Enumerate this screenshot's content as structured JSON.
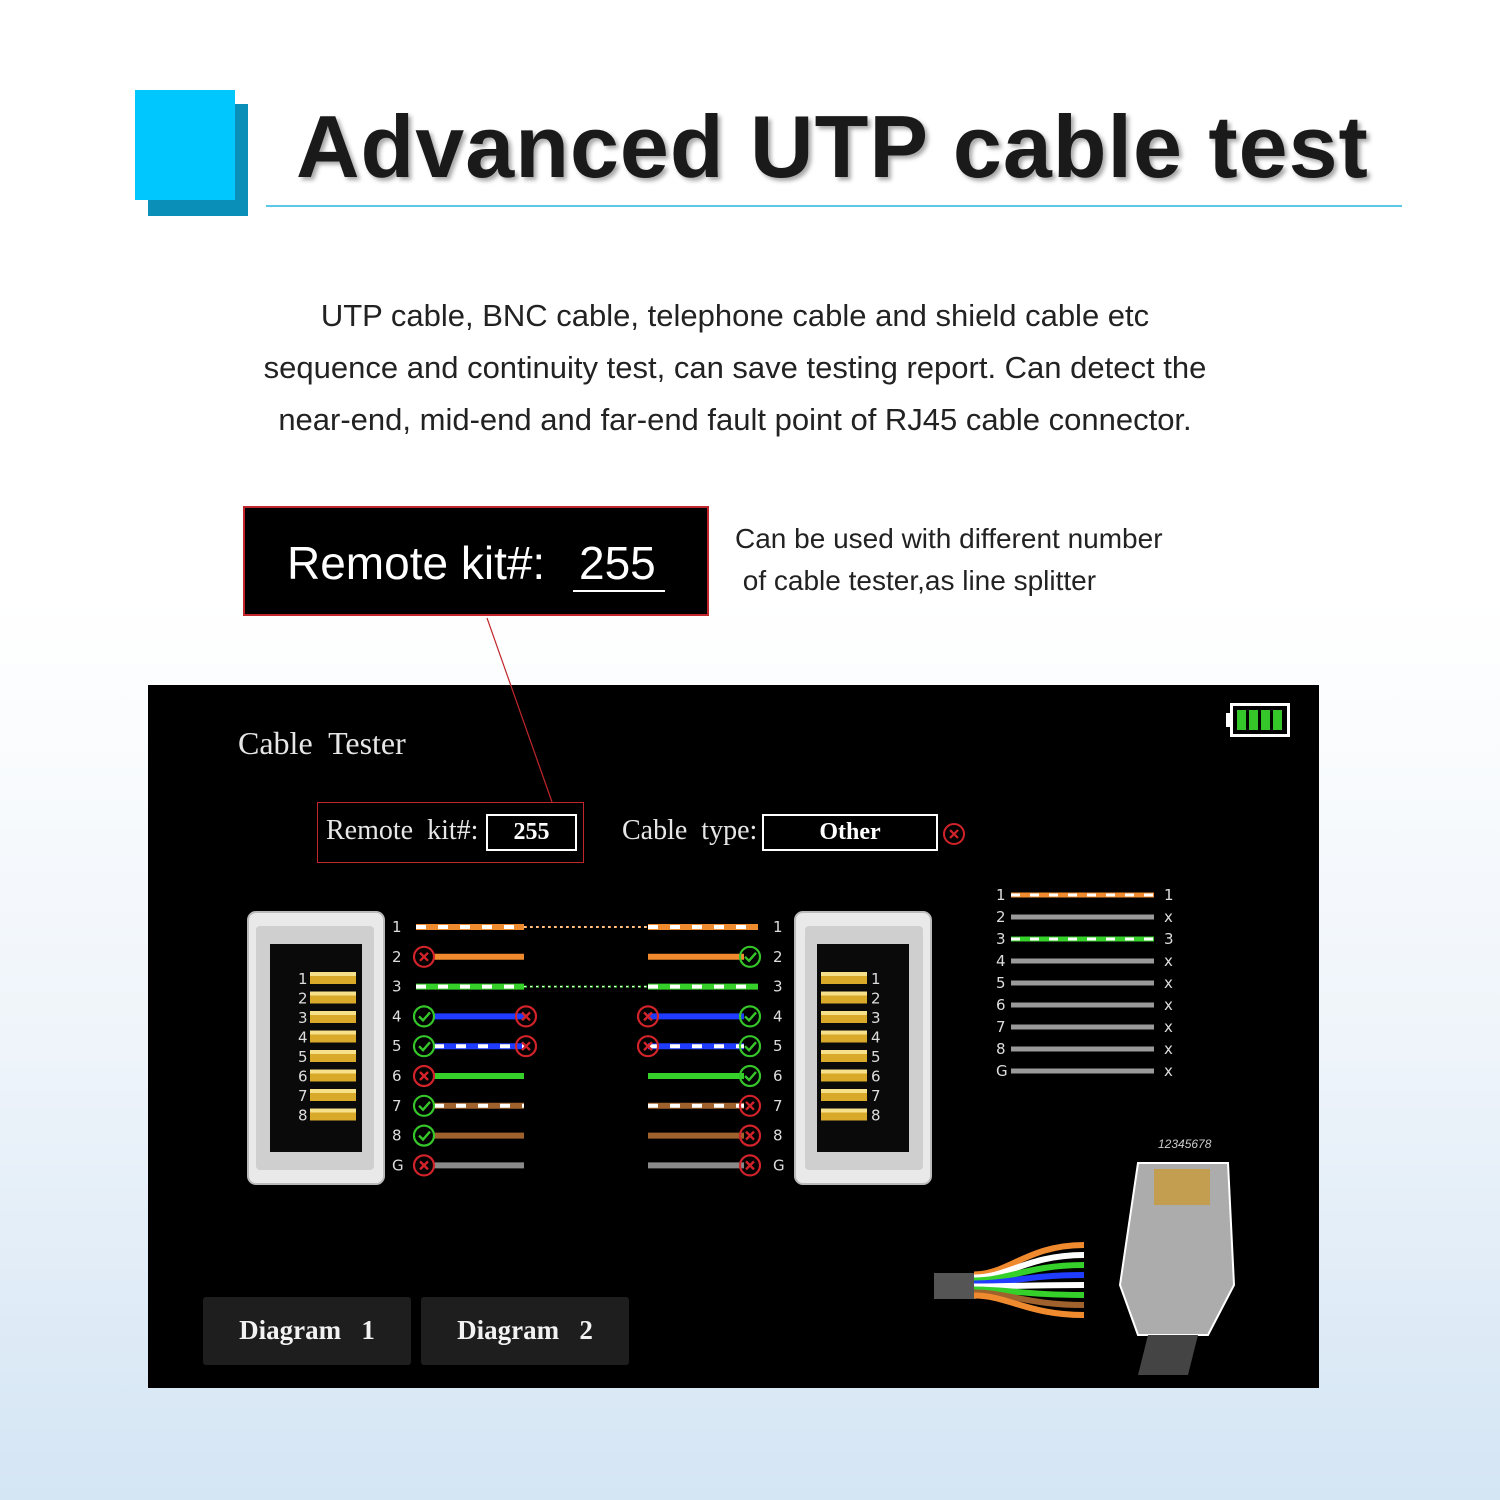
{
  "title": "Advanced UTP cable test",
  "intro_lines": [
    "UTP cable, BNC cable, telephone cable and shield cable etc",
    "sequence and continuity test, can save testing report. Can detect the",
    "near-end, mid-end and far-end fault point of RJ45 cable connector."
  ],
  "remote_kit_callout": {
    "label": "Remote kit#:",
    "value": "255"
  },
  "side_note_lines": [
    "Can be used with different number",
    " of cable tester,as line splitter"
  ],
  "screen": {
    "title": "Cable  Tester",
    "remote_kit_label": "Remote  kit#:",
    "remote_kit_value": "255",
    "cable_type_label": "Cable  type:",
    "cable_type_value": "Other",
    "buttons": [
      "Diagram   1",
      "Diagram   2"
    ],
    "plug_pin_label": "12345678",
    "battery_level": "full",
    "wires": [
      {
        "pin": "1",
        "color": "#f08a2e",
        "striped": true,
        "left_start": "none",
        "left_end": "none",
        "right_start": "none",
        "right_end": "none",
        "continuous": true
      },
      {
        "pin": "2",
        "color": "#f08a2e",
        "striped": false,
        "left_start": "error",
        "left_end": "none",
        "right_start": "none",
        "right_end": "ok",
        "continuous": false
      },
      {
        "pin": "3",
        "color": "#35d12a",
        "striped": true,
        "left_start": "none",
        "left_end": "none",
        "right_start": "none",
        "right_end": "none",
        "continuous": true
      },
      {
        "pin": "4",
        "color": "#1f3cff",
        "striped": false,
        "left_start": "ok",
        "left_end": "error",
        "right_start": "error",
        "right_end": "ok",
        "continuous": false
      },
      {
        "pin": "5",
        "color": "#1f3cff",
        "striped": true,
        "left_start": "ok",
        "left_end": "error",
        "right_start": "error",
        "right_end": "ok",
        "continuous": false
      },
      {
        "pin": "6",
        "color": "#35d12a",
        "striped": false,
        "left_start": "error",
        "left_end": "none",
        "right_start": "none",
        "right_end": "ok",
        "continuous": false
      },
      {
        "pin": "7",
        "color": "#a0622d",
        "striped": true,
        "left_start": "ok",
        "left_end": "none",
        "right_start": "none",
        "right_end": "error",
        "continuous": false
      },
      {
        "pin": "8",
        "color": "#a0622d",
        "striped": false,
        "left_start": "ok",
        "left_end": "none",
        "right_start": "none",
        "right_end": "error",
        "continuous": false
      },
      {
        "pin": "G",
        "color": "#8a8a8a",
        "striped": false,
        "left_start": "error",
        "left_end": "none",
        "right_start": "none",
        "right_end": "error",
        "continuous": false
      }
    ],
    "summary": [
      {
        "pin": "1",
        "color": "#f08a2e",
        "striped": true,
        "result": "1"
      },
      {
        "pin": "2",
        "color": "#9a9a9a",
        "striped": false,
        "result": "x"
      },
      {
        "pin": "3",
        "color": "#35d12a",
        "striped": true,
        "result": "3"
      },
      {
        "pin": "4",
        "color": "#9a9a9a",
        "striped": false,
        "result": "x"
      },
      {
        "pin": "5",
        "color": "#9a9a9a",
        "striped": false,
        "result": "x"
      },
      {
        "pin": "6",
        "color": "#9a9a9a",
        "striped": false,
        "result": "x"
      },
      {
        "pin": "7",
        "color": "#9a9a9a",
        "striped": false,
        "result": "x"
      },
      {
        "pin": "8",
        "color": "#9a9a9a",
        "striped": false,
        "result": "x"
      },
      {
        "pin": "G",
        "color": "#9a9a9a",
        "striped": false,
        "result": "x"
      }
    ],
    "jack_pins": [
      "1",
      "2",
      "3",
      "4",
      "5",
      "6",
      "7",
      "8"
    ]
  },
  "colors": {
    "accent": "#00c8ff",
    "accent_dark": "#0a8fb8",
    "callout_red": "#c0262b",
    "ok": "#35c629",
    "error": "#d2232a"
  }
}
